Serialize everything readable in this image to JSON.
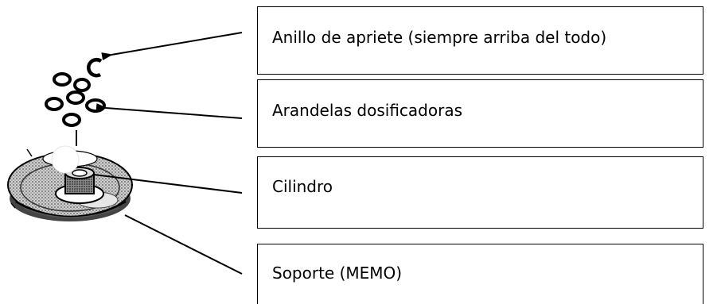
{
  "labels": {
    "ring": "Anillo de apriete (siempre arriba del todo)",
    "washers": "Arandelas dosificadoras",
    "cylinder": "Cilindro",
    "base": "Soporte (MEMO)"
  },
  "colors": {
    "ink": "#000000",
    "shade": "#9a9a9a",
    "background": "#ffffff"
  }
}
